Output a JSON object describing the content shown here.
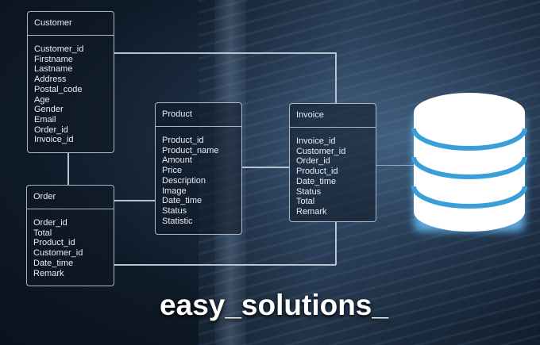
{
  "tables": {
    "customer": {
      "title": "Customer",
      "fields": [
        "Customer_id",
        "Firstname",
        "Lastname",
        "Address",
        "Postal_code",
        "Age",
        "Gender",
        "Email",
        "Order_id",
        "Invoice_id"
      ]
    },
    "order": {
      "title": "Order",
      "fields": [
        "Order_id",
        "Total",
        "Product_id",
        "Customer_id",
        "Date_time",
        "Remark"
      ]
    },
    "product": {
      "title": "Product",
      "fields": [
        "Product_id",
        "Product_name",
        "Amount",
        "Price",
        "Description",
        "Image",
        "Date_time",
        "Status",
        "Statistic"
      ]
    },
    "invoice": {
      "title": "Invoice",
      "fields": [
        "Invoice_id",
        "Customer_id",
        "Order_id",
        "Product_id",
        "Date_time",
        "Status",
        "Total",
        "Remark"
      ]
    }
  },
  "brand": "easy_solutions_",
  "colors": {
    "db_band": "#3a9fd8",
    "db_body": "#ffffff",
    "line": "#b8c4d0"
  }
}
